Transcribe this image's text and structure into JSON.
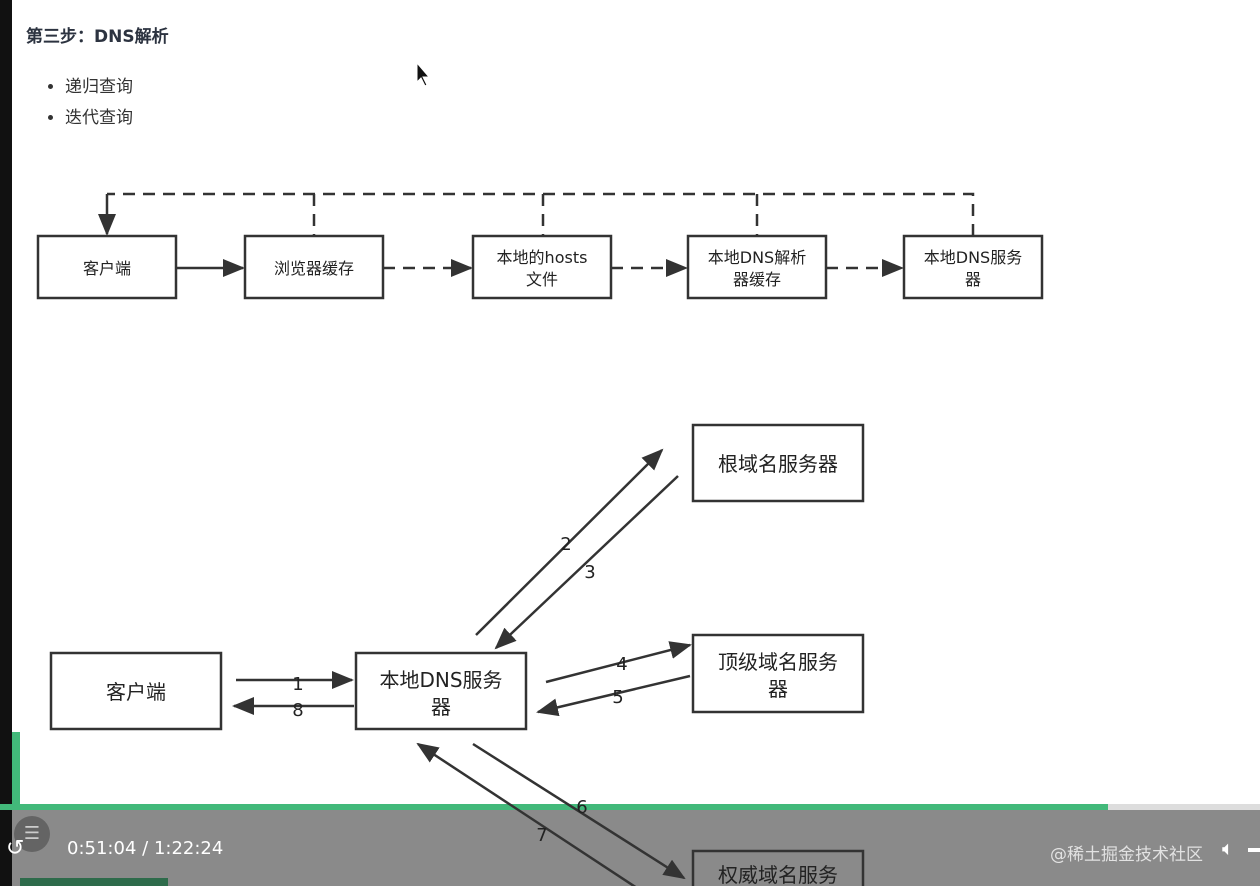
{
  "heading": "第三步：DNS解析",
  "list": [
    "递归查询",
    "迭代查询"
  ],
  "flow_top": {
    "boxes": [
      [
        "客户端"
      ],
      [
        "浏览器缓存"
      ],
      [
        "本地的hosts",
        "文件"
      ],
      [
        "本地DNS解析",
        "器缓存"
      ],
      [
        "本地DNS服务",
        "器"
      ]
    ]
  },
  "flow_bottom": {
    "client": "客户端",
    "local_dns": [
      "本地DNS服务",
      "器"
    ],
    "root": "根域名服务器",
    "tld": [
      "顶级域名服务",
      "器"
    ],
    "auth": "权威域名服务",
    "steps": [
      "1",
      "2",
      "3",
      "4",
      "5",
      "6",
      "7",
      "8"
    ]
  },
  "player": {
    "current_time": "0:51:04",
    "separator": "/",
    "duration": "1:22:24",
    "progress_percent": 87.9,
    "watermark": "@稀土掘金技术社区",
    "accent": "#42b97a"
  }
}
